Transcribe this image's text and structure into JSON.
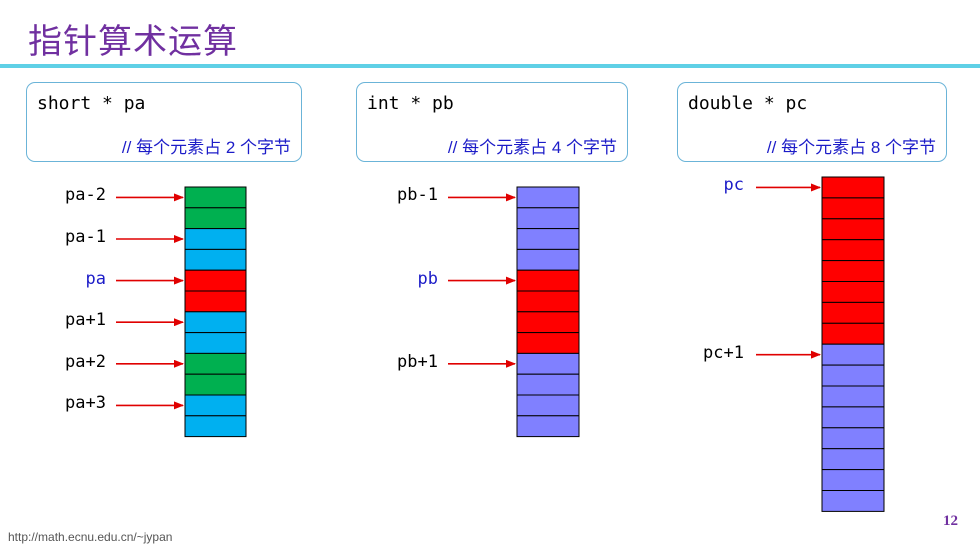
{
  "slide": {
    "title": "指针算术运算",
    "footer_url": "http://math.ecnu.edu.cn/~jypan",
    "page_number": "12"
  },
  "colors": {
    "title": "#7030a0",
    "rule": "#5fd0e6",
    "arrow": "#e00000",
    "comment": "#1c1cc8",
    "highlight_label": "#1c1cc8",
    "green": "#00b050",
    "blue": "#00b0f0",
    "red": "#ff0000",
    "lavender": "#8080ff"
  },
  "panels": [
    {
      "declaration": "short * pa",
      "comment": "// 每个元素占 2 个字节",
      "cells": [
        "green",
        "green",
        "blue",
        "blue",
        "red",
        "red",
        "blue",
        "blue",
        "green",
        "green",
        "blue",
        "blue"
      ],
      "pointers": [
        {
          "label": "pa-2",
          "cell_index": 0,
          "highlight": false
        },
        {
          "label": "pa-1",
          "cell_index": 2,
          "highlight": false
        },
        {
          "label": "pa",
          "cell_index": 4,
          "highlight": true
        },
        {
          "label": "pa+1",
          "cell_index": 6,
          "highlight": false
        },
        {
          "label": "pa+2",
          "cell_index": 8,
          "highlight": false
        },
        {
          "label": "pa+3",
          "cell_index": 10,
          "highlight": false
        }
      ]
    },
    {
      "declaration": "int * pb",
      "comment": "// 每个元素占 4 个字节",
      "cells": [
        "lavender",
        "lavender",
        "lavender",
        "lavender",
        "red",
        "red",
        "red",
        "red",
        "lavender",
        "lavender",
        "lavender",
        "lavender"
      ],
      "pointers": [
        {
          "label": "pb-1",
          "cell_index": 0,
          "highlight": false
        },
        {
          "label": "pb",
          "cell_index": 4,
          "highlight": true
        },
        {
          "label": "pb+1",
          "cell_index": 8,
          "highlight": false
        }
      ]
    },
    {
      "declaration": "double * pc",
      "comment": "// 每个元素占 8 个字节",
      "cells": [
        "red",
        "red",
        "red",
        "red",
        "red",
        "red",
        "red",
        "red",
        "lavender",
        "lavender",
        "lavender",
        "lavender",
        "lavender",
        "lavender",
        "lavender",
        "lavender"
      ],
      "pointers": [
        {
          "label": "pc",
          "cell_index": 0,
          "highlight": true
        },
        {
          "label": "pc+1",
          "cell_index": 8,
          "highlight": false
        }
      ]
    }
  ]
}
